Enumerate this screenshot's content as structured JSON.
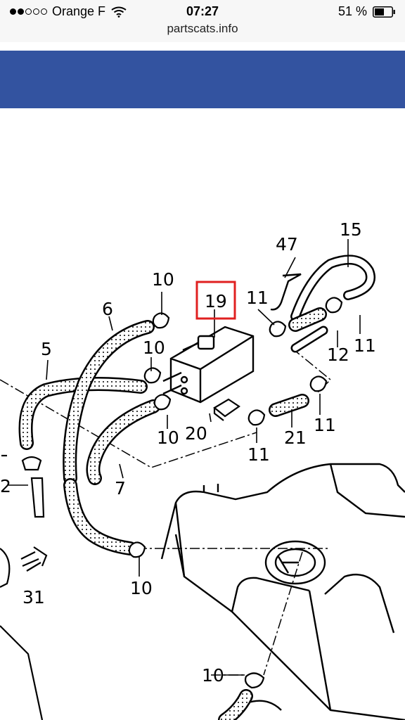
{
  "status_bar": {
    "carrier": "Orange F",
    "time": "07:27",
    "battery": "51 %"
  },
  "browser": {
    "url": "partscats.info"
  },
  "colors": {
    "header_blue": "#3353a0",
    "highlight_red": "#e02020"
  },
  "diagram": {
    "callouts": {
      "c15": "15",
      "c47": "47",
      "c19": "19",
      "c10a": "10",
      "c6": "6",
      "c11a": "11",
      "c10b": "10",
      "c5": "5",
      "c12": "12",
      "c11b": "11",
      "c10c": "10",
      "c20": "20",
      "c11c": "11",
      "c21": "21",
      "c11d": "11",
      "c2": "2",
      "c7": "7",
      "c10d": "10",
      "c31": "31",
      "c10e": "10"
    }
  }
}
